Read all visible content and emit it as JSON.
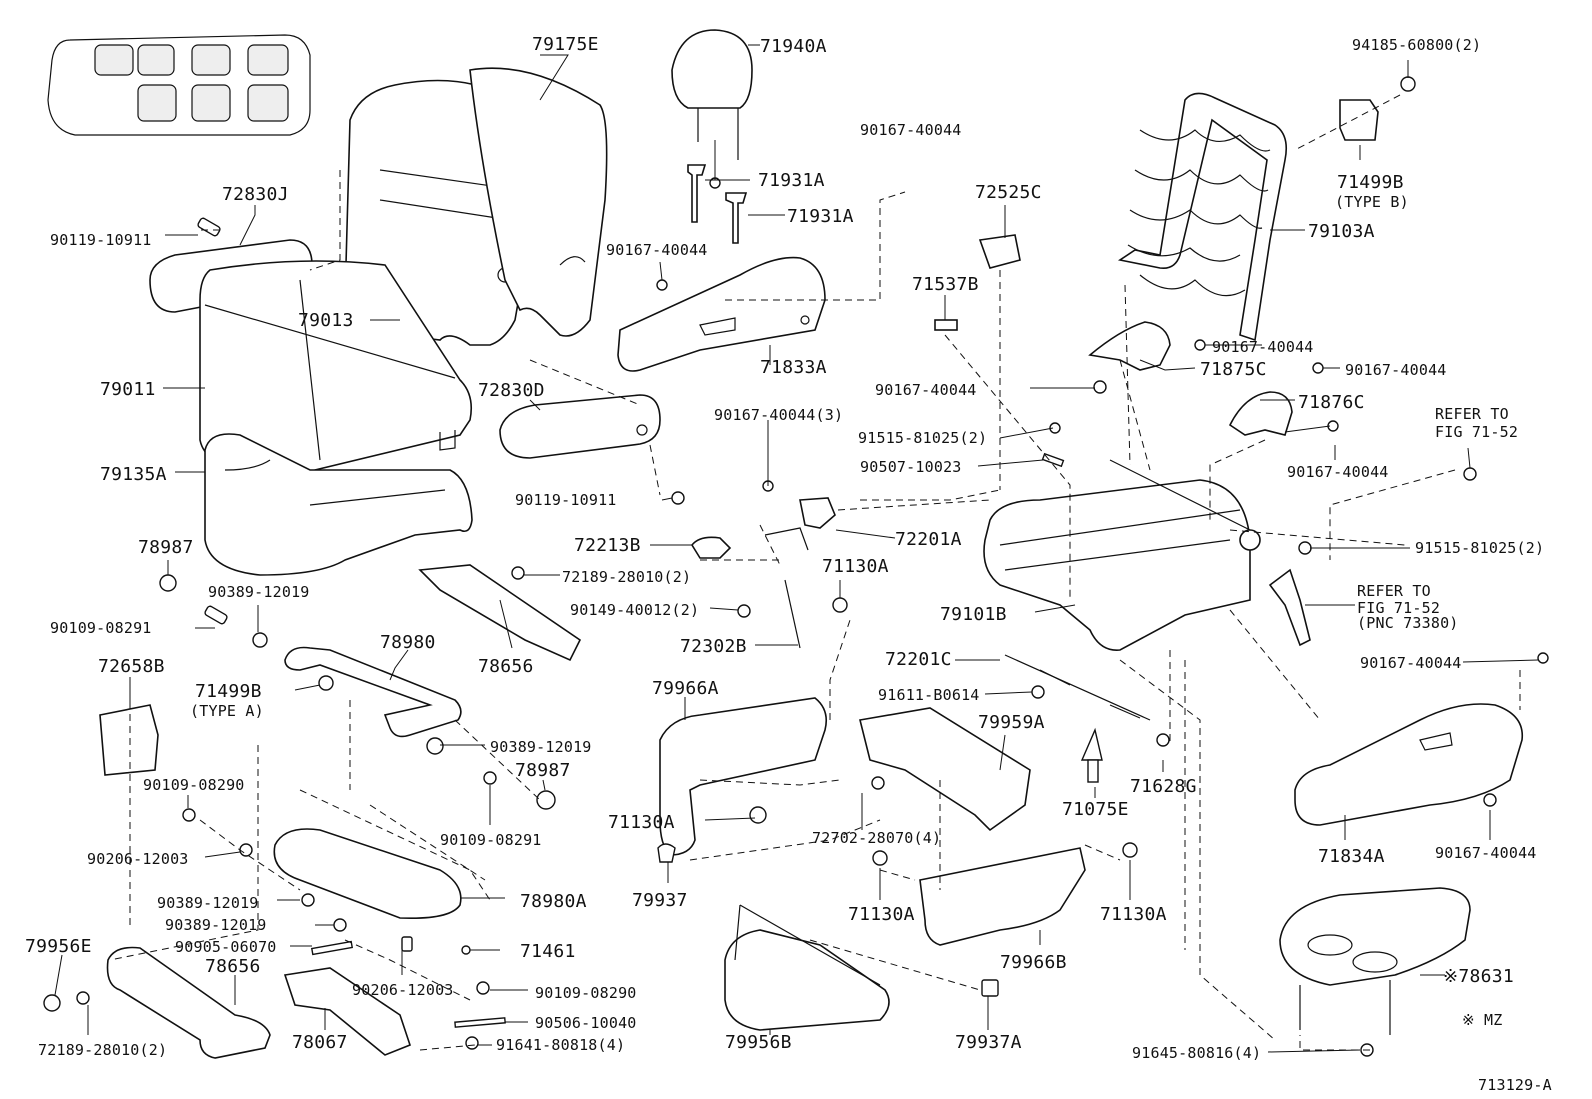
{
  "labels": {
    "l79175E": "79175E",
    "l71940A": "71940A",
    "l94185": "94185-60800(2)",
    "l72830J": "72830J",
    "l90119a": "90119-10911",
    "l79013": "79013",
    "l71931A_1": "71931A",
    "l71931A_2": "71931A",
    "l90167_a": "90167-40044",
    "l90167_b": "90167-40044",
    "l72525C": "72525C",
    "l71499B_B": "71499B",
    "l71499B_B_type": "(TYPE B)",
    "l79103A": "79103A",
    "l71537B": "71537B",
    "l71833A": "71833A",
    "l79011": "79011",
    "l72830D": "72830D",
    "l90167_c": "90167-40044",
    "l90167_d": "90167-40044",
    "l71875C": "71875C",
    "l90167_e": "90167-40044",
    "l90167_3": "90167-40044(3)",
    "l91515_2": "91515-81025(2)",
    "l71876C": "71876C",
    "l79135A": "79135A",
    "l90507": "90507-10023",
    "l90167_f": "90167-40044",
    "l90119b": "90119-10911",
    "l78987_a": "78987",
    "l72213B": "72213B",
    "l72201A": "72201A",
    "l91515_b": "91515-81025(2)",
    "l90389_a": "90389-12019",
    "l72189_a": "72189-28010(2)",
    "l71130A_a": "71130A",
    "l90109_a": "90109-08291",
    "l90149": "90149-40012(2)",
    "l79101B": "79101B",
    "l78980": "78980",
    "l72302B": "72302B",
    "l78656_a": "78656",
    "l72658B": "72658B",
    "l71499B_A": "71499B",
    "l71499B_A_type": "(TYPE A)",
    "l79966A": "79966A",
    "l72201C": "72201C",
    "l90167_g": "90167-40044",
    "l91611": "91611-B0614",
    "l79959A": "79959A",
    "l90389_b": "90389-12019",
    "l78987_b": "78987",
    "l90109_b": "90109-08290",
    "l71628G": "71628G",
    "l71075E": "71075E",
    "l90109_c": "90109-08291",
    "l71130A_b": "71130A",
    "l71834A": "71834A",
    "l90167_h": "90167-40044",
    "l72702": "72702-28070(4)",
    "l90206_a": "90206-12003",
    "l79937": "79937",
    "l78980A": "78980A",
    "l90389_c": "90389-12019",
    "l71130A_c": "71130A",
    "l71130A_d": "71130A",
    "l90389_d": "90389-12019",
    "l71461": "71461",
    "l79956E": "79956E",
    "l90905": "90905-06070",
    "l79966B": "79966B",
    "l78656_b": "78656",
    "l90206_b": "90206-12003",
    "l90109_d": "90109-08290",
    "l78631": "※78631",
    "l90506": "90506-10040",
    "l72189_b": "72189-28010(2)",
    "l78067": "78067",
    "l79956B": "79956B",
    "l91641": "91641-80818(4)",
    "l79937A": "79937A",
    "l91645": "91645-80816(4)",
    "l_mz": "※ MZ",
    "refer1_a": "REFER TO",
    "refer1_b": "FIG 71-52",
    "refer2_a": "REFER TO",
    "refer2_b": "FIG 71-52",
    "refer2_c": "(PNC 73380)",
    "figno": "713129-A"
  }
}
